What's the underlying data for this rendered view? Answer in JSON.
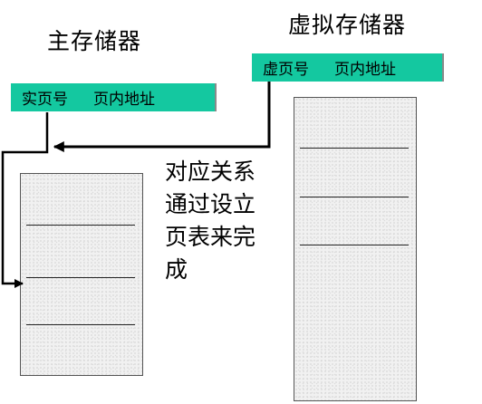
{
  "main_memory": {
    "title": "主存储器",
    "address": {
      "page": "实页号",
      "offset": "页内地址"
    }
  },
  "virtual_memory": {
    "title": "虚拟存储器",
    "address": {
      "page": "虚页号",
      "offset": "页内地址"
    }
  },
  "note": {
    "lines": [
      "对应关系",
      "通过设立",
      "页表来完",
      "成"
    ]
  },
  "colors": {
    "address_bar": "#14c8a0",
    "arrow": "#000000"
  }
}
